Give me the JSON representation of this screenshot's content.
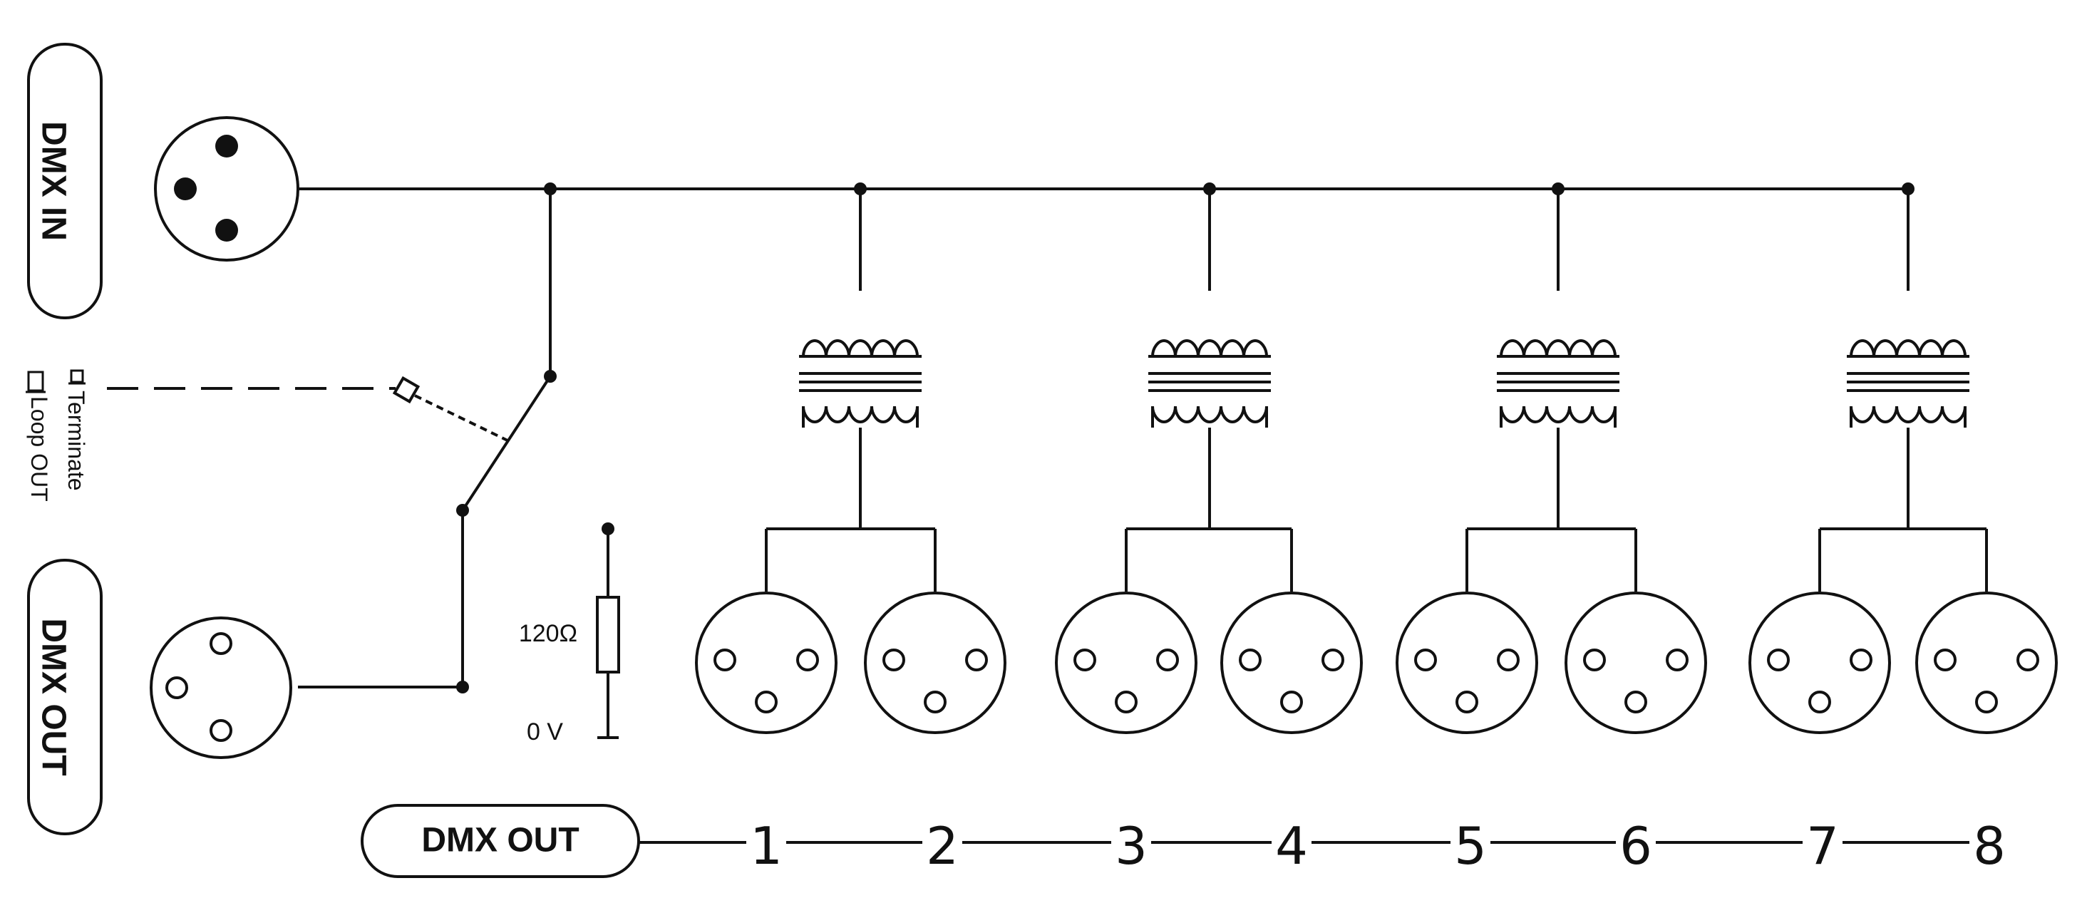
{
  "labels": {
    "dmx_in": "DMX IN",
    "dmx_out_left": "DMX OUT",
    "dmx_out_bottom": "DMX OUT",
    "terminate": "Terminate",
    "loop_out": "Loop OUT",
    "resistor": "120Ω",
    "ground": "0 V"
  },
  "outputs": [
    "1",
    "2",
    "3",
    "4",
    "5",
    "6",
    "7",
    "8"
  ],
  "colors": {
    "line": "#111111",
    "background": "#ffffff"
  }
}
